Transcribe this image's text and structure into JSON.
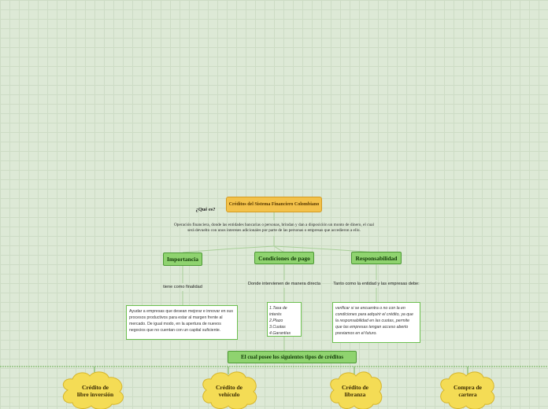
{
  "root": {
    "title": "Créditos del Sistema Financiero Colombiano"
  },
  "question": "¿Qué es?",
  "definition": "Operación financiera, donde las entidades bancarias o personas, brindan y dan a disposición un monto de dinero, el cual será devuelto con unos intereses adicionales por parte de las personas o empresas que accedieron a ello.",
  "branches": [
    {
      "title": "Importancia",
      "connector": "tiene como finalidad",
      "detail": "Ayudar a empresas que desean mejorar e innovar en sus procesos productivos para estar al margen frente al mercado. De igual modo, en la apertura de nuevos negocios que no cuentan con un capital suficiente."
    },
    {
      "title": "Condiciones de pago",
      "connector": "Donde intervienen de manera directa",
      "items": [
        "1.Tasa de interés",
        "2.Plazo",
        "3.Cuotas",
        "4.Garantías"
      ]
    },
    {
      "title": "Responsabilidad",
      "connector": "Tanto como la entidad y las empresas debe:",
      "detail": "verificar si se encuentra o no con la en condiciones para adquirir el crédito, ya que la responsabilidad en las cuotas, permite que las empresas tengan acceso aberto previamos en el futuro."
    }
  ],
  "types_title": "El cual posee los siguientes tipos de créditos",
  "types": [
    {
      "line1": "Crédito de",
      "line2": "libre inversión"
    },
    {
      "line1": "Crédito de",
      "line2": "vehículo"
    },
    {
      "line1": "Crédito de",
      "line2": "libranza"
    },
    {
      "line1": "Compra de",
      "line2": "cartera"
    }
  ],
  "colors": {
    "background": "#dde9d6",
    "root_fill": "#f3c24a",
    "node_fill": "#8fd36f",
    "line": "#9bc98a",
    "cloud_fill": "#f4dc55"
  }
}
